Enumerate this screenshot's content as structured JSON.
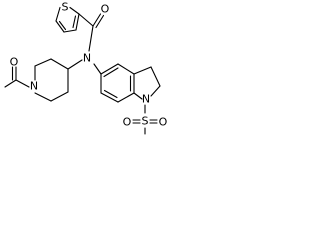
{
  "atoms": {
    "thiophene_s": "S",
    "carbonyl_o": "O",
    "amide_n": "N",
    "acetyl_o": "O",
    "piperidine_n": "N",
    "indoline_n": "N",
    "sulfonyl_s": "S",
    "sulfonyl_o_left": "O",
    "sulfonyl_o_right": "O"
  }
}
